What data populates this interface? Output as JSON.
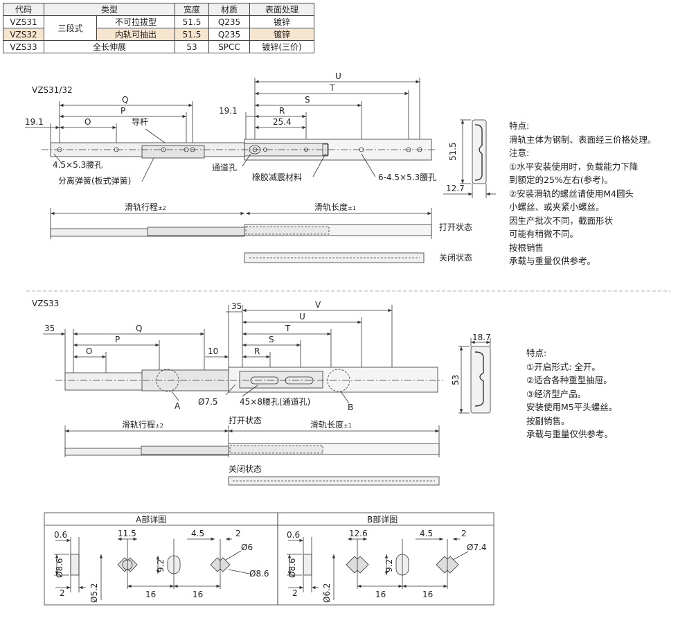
{
  "table": {
    "headers": [
      "代码",
      "类型",
      "宽度",
      "材质",
      "表面处理"
    ],
    "group_label": "三段式",
    "rows": [
      {
        "code": "VZS31",
        "type": "不可拉拔型",
        "width": "51.5",
        "material": "Q235",
        "surface": "镀锌"
      },
      {
        "code": "VZS32",
        "type": "内轨可抽出",
        "width": "51.5",
        "material": "Q235",
        "surface": "镀锌"
      },
      {
        "code": "VZS33",
        "type": "全长伸展",
        "width": "53",
        "material": "SPCC",
        "surface": "镀锌(三价)"
      }
    ],
    "highlight_color": "#f6e6cf"
  },
  "fig1": {
    "title": "VZS31/32",
    "dims": {
      "U": "U",
      "T": "T",
      "S": "S",
      "R": "R",
      "Q": "Q",
      "P": "P",
      "O": "O",
      "d191a": "19.1",
      "d191b": "19.1",
      "d254": "25.4",
      "d515": "51.5",
      "d127": "12.7"
    },
    "labels": {
      "guide": "导杆",
      "slot_small": "4.5×5.3腰孔",
      "spring": "分离弹簧(板式弹簧)",
      "access": "通道孔",
      "rubber": "橡胶减震材料",
      "slot_six": "6-4.5×5.3腰孔"
    },
    "stroke": "滑轨行程",
    "stroke_tol": "±2",
    "length": "滑轨长度",
    "length_tol": "±1",
    "open": "打开状态",
    "closed": "关闭状态"
  },
  "notes1": [
    "特点:",
    "滑轨主体为钢制、表面经三价格处理。",
    "注意:",
    "①水平安装使用时，负载能力下降",
    "到额定的25%左右(参考)。",
    "②安装滑轨的螺丝请使用M4圆头",
    "小螺丝、或夹紧小螺丝。",
    "因生产批次不同，截面形状",
    "可能有稍微不同。",
    "按根销售",
    "承载与重量仅供参考。"
  ],
  "fig2": {
    "title": "VZS33",
    "dims": {
      "V": "V",
      "U": "U",
      "T": "T",
      "S": "S",
      "R": "R",
      "Q": "Q",
      "P": "P",
      "O": "O",
      "d35a": "35",
      "d35b": "35",
      "d10": "10",
      "d75": "Ø7.5",
      "d53": "53",
      "d187": "18.7"
    },
    "labels": {
      "slot": "45×8腰孔(通道孔)",
      "A": "A",
      "B": "B"
    },
    "stroke": "滑轨行程",
    "stroke_tol": "±2",
    "length": "滑轨长度",
    "length_tol": "±1",
    "open": "打开状态",
    "closed": "关闭状态"
  },
  "notes2": [
    "特点:",
    "①开启形式: 全开。",
    "②适合各种重型抽屉。",
    "③经济型产品。",
    "安装使用M5平头螺丝。",
    "按副销售。",
    "承载与重量仅供参考。"
  ],
  "detailA": {
    "title": "A部详图",
    "d06": "0.6",
    "d86": "Ø8.6",
    "d2": "2",
    "d52": "Ø5.2",
    "d115": "11.5",
    "d92": "9.2",
    "d45": "4.5",
    "d2b": "2",
    "d6": "Ø6",
    "d86b": "Ø8.6",
    "d16a": "16",
    "d16b": "16"
  },
  "detailB": {
    "title": "B部详图",
    "d06": "0.6",
    "d86": "Ø8.6",
    "d2": "2",
    "d62": "Ø6.2",
    "d126": "12.6",
    "d92": "9.2",
    "d45": "4.5",
    "d2b": "2",
    "d74": "Ø7.4",
    "d16a": "16",
    "d16b": "16"
  }
}
